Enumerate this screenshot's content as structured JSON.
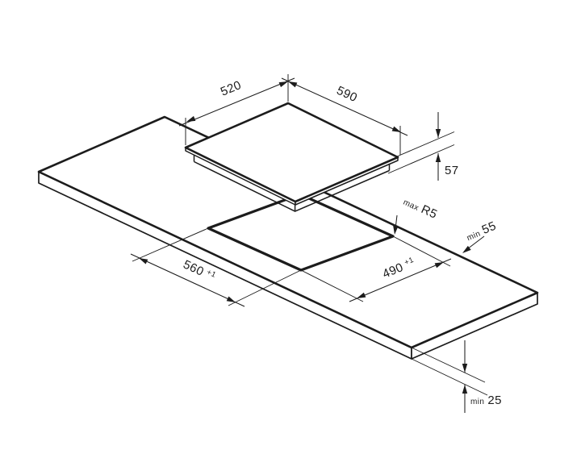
{
  "drawing": {
    "kind": "built-in hob installation diagram",
    "line_color": "#1c1c1c",
    "background_color": "#ffffff"
  },
  "dims": {
    "hob_depth": {
      "value": "520"
    },
    "hob_width": {
      "value": "590"
    },
    "hob_height": {
      "value": "57"
    },
    "cutout_depth": {
      "value": "560",
      "tolerance": "+1"
    },
    "cutout_width": {
      "value": "490",
      "tolerance": "+1"
    },
    "corner_radius": {
      "prefix": "max",
      "value": "R5"
    },
    "rear_clearance": {
      "prefix": "min",
      "value": "55"
    },
    "bottom_clearance": {
      "prefix": "min",
      "value": "25"
    }
  }
}
